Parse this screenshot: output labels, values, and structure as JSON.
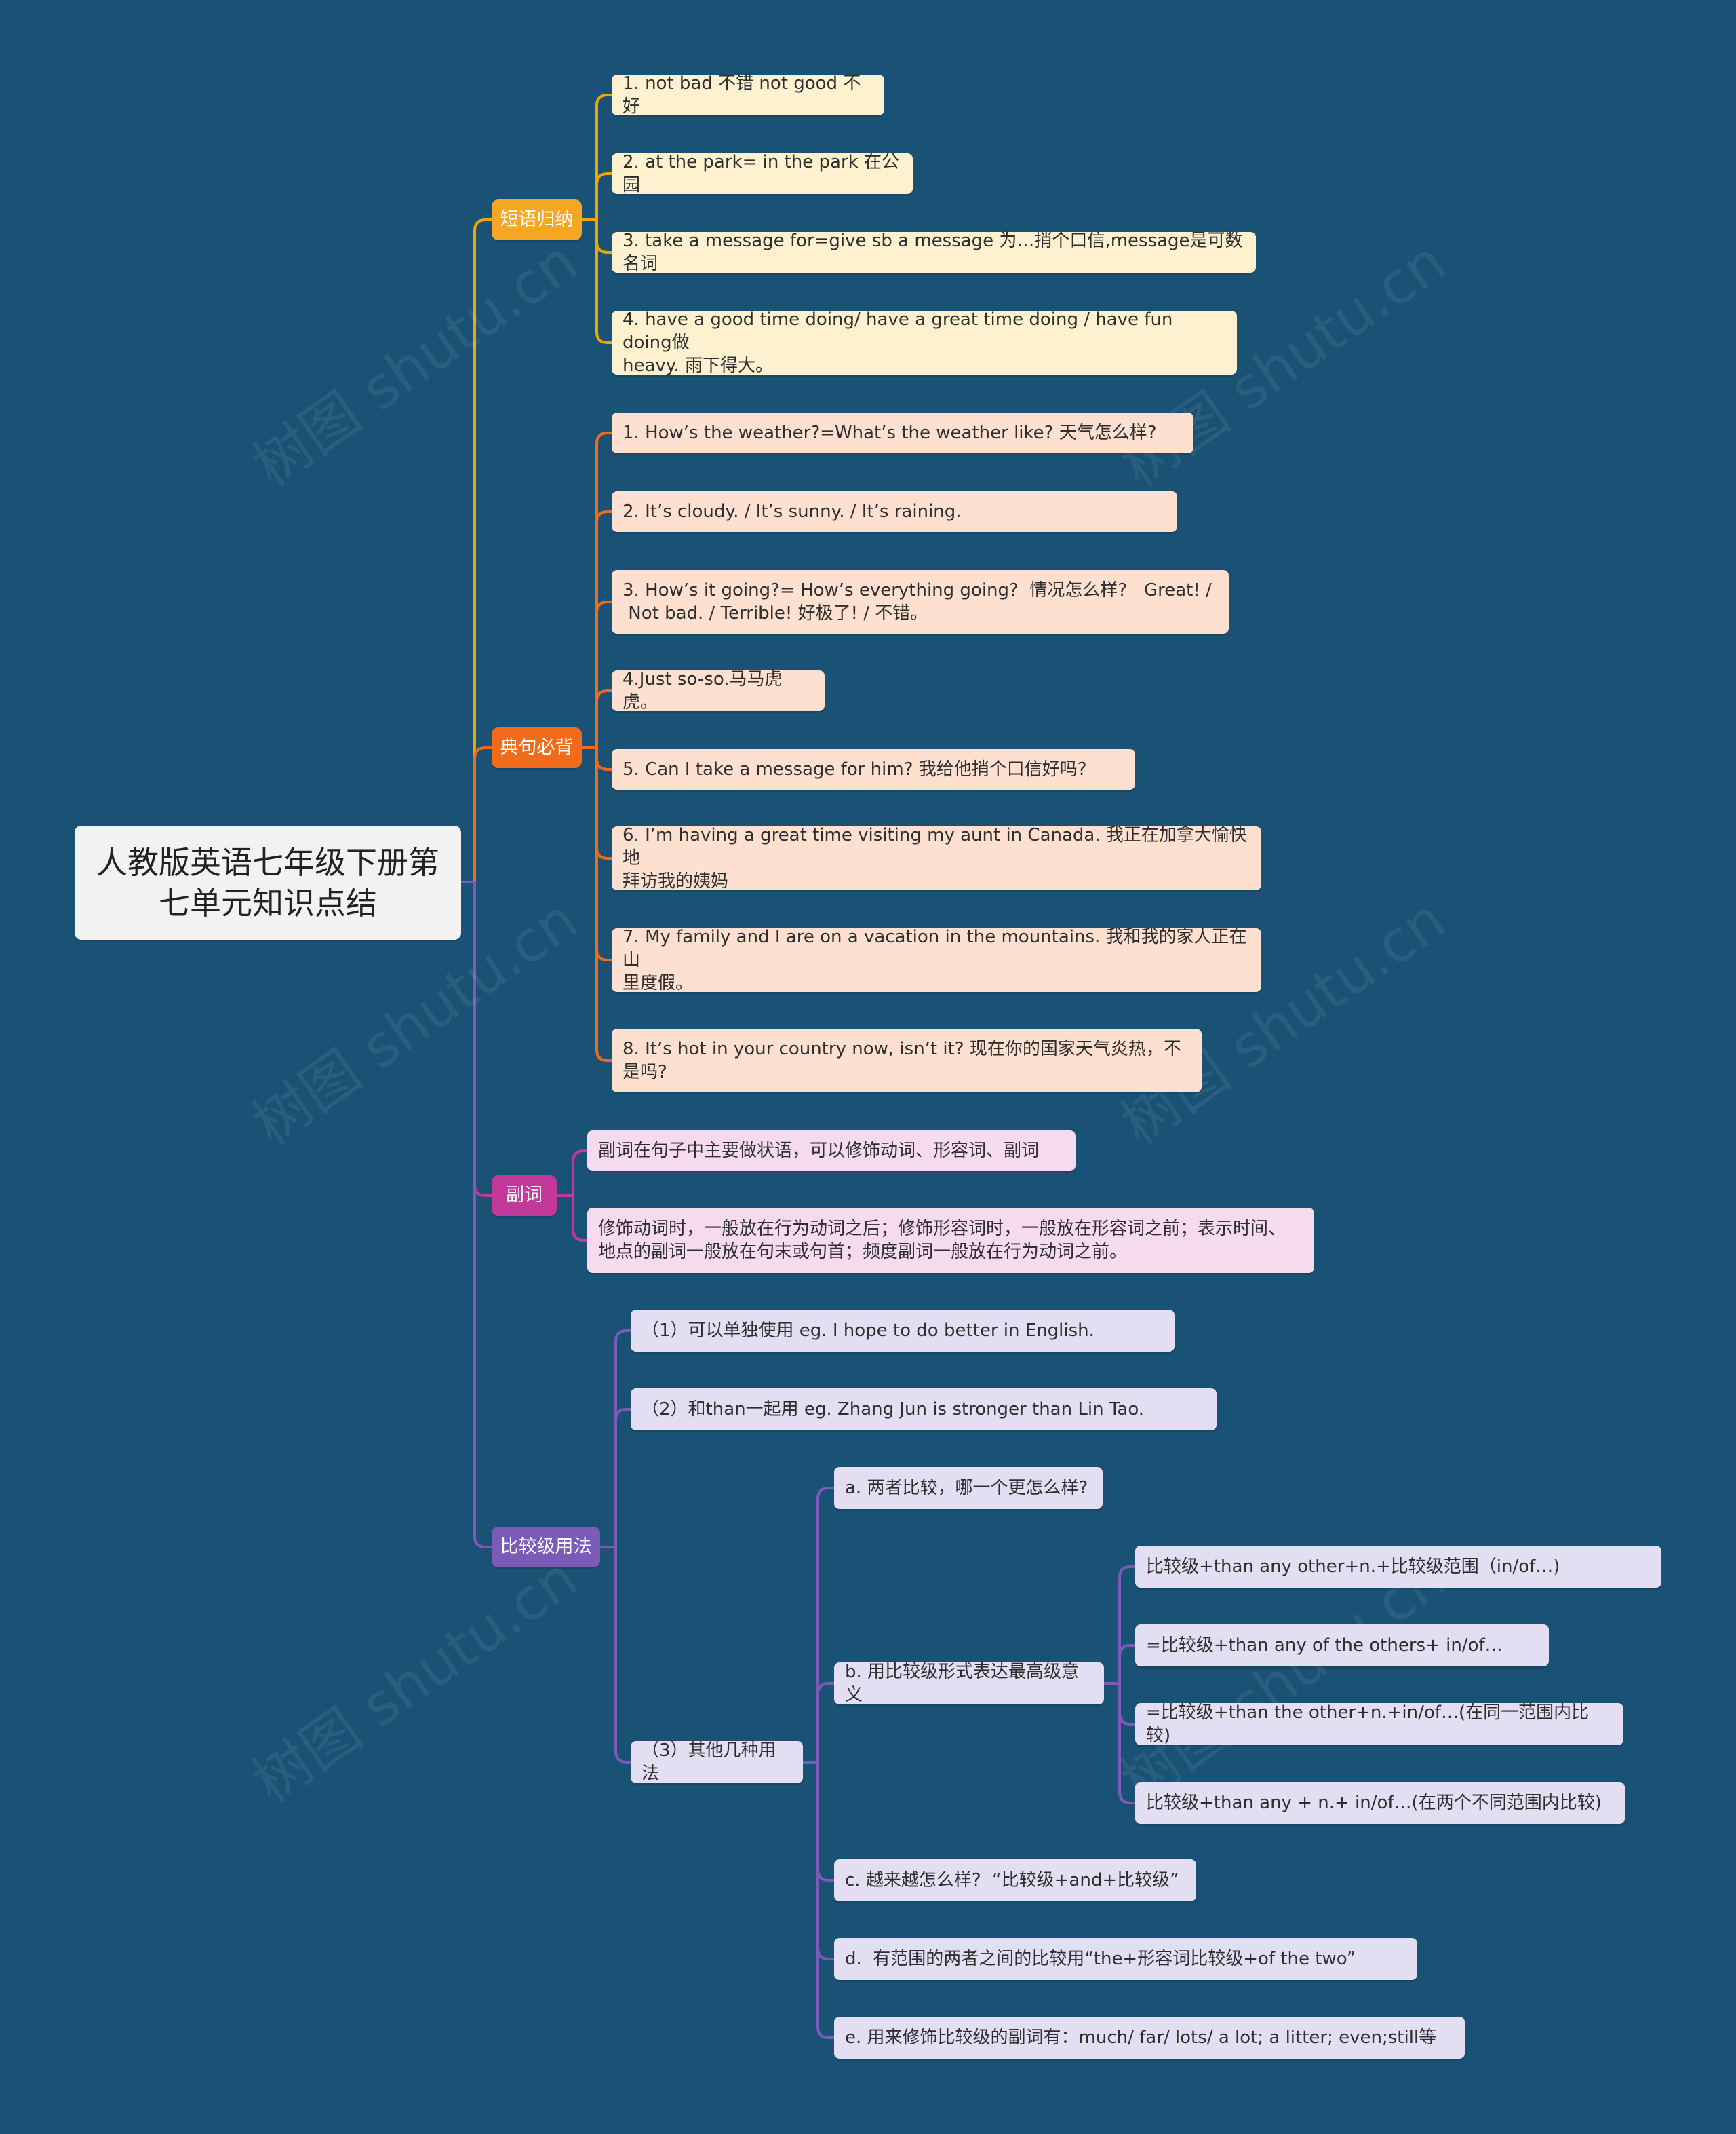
{
  "colors": {
    "background": "#1a5276",
    "b1_line": "#f0a500",
    "b1_node": "#f5a623",
    "b1_leaf": "#fdf1cf",
    "b2_line": "#f26a1b",
    "b2_node": "#f26a1b",
    "b2_leaf": "#fde0cf",
    "b3_line": "#c2399a",
    "b3_node": "#c2399a",
    "b3_leaf": "#f6dbee",
    "b4_line": "#7b5bb8",
    "b4_node": "#7b5bb8",
    "b4_leaf": "#e4def2"
  },
  "watermark": "树图 shutu.cn",
  "root": "人教版英语七年级下册第\n七单元知识点结",
  "branches": [
    {
      "label": "短语归纳",
      "items": [
        "1. not bad 不错 not good 不好",
        "2. at the park= in the park 在公园",
        "3. take a message for=give sb a message 为…捎个口信,message是可数名词",
        "4. have a good time doing/ have a great time doing / have fun doing做\nheavy. 雨下得大。"
      ]
    },
    {
      "label": "典句必背",
      "items": [
        "1. How’s the weather?=What’s the weather like? 天气怎么样?",
        "2. It’s cloudy. / It’s sunny. / It’s raining.",
        "3. How’s it going?= How’s everything going?  情况怎么样?   Great! /\n Not bad. / Terrible! 好极了! / 不错。",
        "4.Just so-so.马马虎虎。",
        "5. Can I take a message for him? 我给他捎个口信好吗?",
        "6. I’m having a great time visiting my aunt in Canada. 我正在加拿大愉快地\n拜访我的姨妈",
        "7. My family and I are on a vacation in the mountains. 我和我的家人正在山\n里度假。",
        "8. It’s hot in your country now, isn’t it? 现在你的国家天气炎热，不\n是吗?"
      ]
    },
    {
      "label": "副词",
      "items": [
        "副词在句子中主要做状语，可以修饰动词、形容词、副词",
        "修饰动词时，一般放在行为动词之后；修饰形容词时，一般放在形容词之前；表示时间、\n地点的副词一般放在句末或句首；频度副词一般放在行为动词之前。"
      ]
    },
    {
      "label": "比较级用法",
      "items": [
        "（1）可以单独使用 eg. I hope to do better in English.",
        "（2）和than一起用 eg. Zhang Jun is stronger than Lin Tao.",
        "（3）其他几种用法"
      ],
      "sub": [
        "a. 两者比较，哪一个更怎么样?",
        "b. 用比较级形式表达最高级意义",
        "c. 越来越怎么样?  “比较级+and+比较级”",
        "d.  有范围的两者之间的比较用“the+形容词比较级+of the two”",
        "e. 用来修饰比较级的副词有：much/ far/ lots/ a lot; a litter; even;still等"
      ],
      "subsub": [
        "比较级+than any other+n.+比较级范围（in/of…)",
        "=比较级+than any of the others+ in/of…",
        "=比较级+than the other+n.+in/of…(在同一范围内比较)",
        "比较级+than any + n.+ in/of…(在两个不同范围内比较)"
      ]
    }
  ]
}
